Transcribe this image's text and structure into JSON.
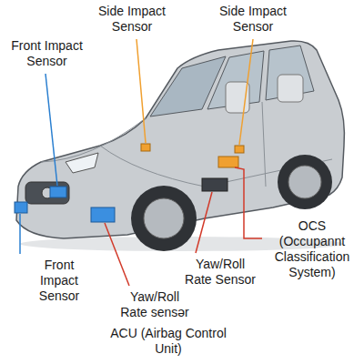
{
  "diagram": {
    "labels": [
      "Side Impact Sensor",
      "Side Impact Sensor",
      "Front Impact Sensor",
      "OCS (Occupannt Classification System)",
      "Yaw/Roll Rate Sensor",
      "Front Impact Sensor",
      "Yaw/Roll Rate sensər",
      "ACU (Airbag Control Unit)"
    ]
  }
}
